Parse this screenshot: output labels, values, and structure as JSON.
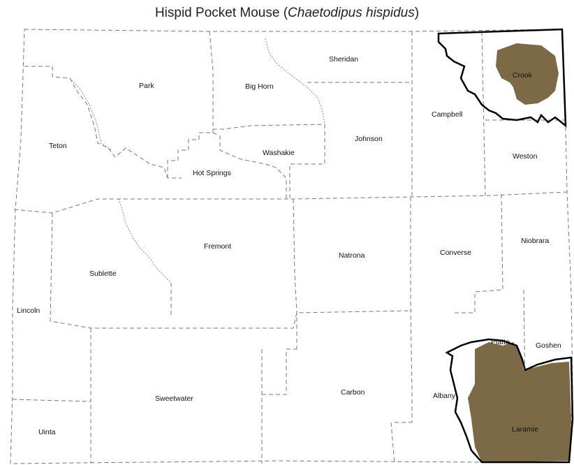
{
  "title": {
    "common_name": "Hispid Pocket Mouse (",
    "scientific_name": "Chaetodipus hispidus",
    "suffix": ")"
  },
  "colors": {
    "range": "#7c6a46",
    "county_boundary": "#777777",
    "range_outline": "#000000"
  },
  "counties": [
    "Park",
    "Big Horn",
    "Sheridan",
    "Crook",
    "Campbell",
    "Johnson",
    "Teton",
    "Washakie",
    "Hot Springs",
    "Weston",
    "Fremont",
    "Natrona",
    "Converse",
    "Niobrara",
    "Sublette",
    "Lincoln",
    "Platte",
    "Goshen",
    "Sweetwater",
    "Carbon",
    "Albany",
    "Laramie",
    "Uinta"
  ],
  "occurrence_counties": [
    "Crook",
    "Platte",
    "Goshen",
    "Laramie",
    "Albany"
  ]
}
